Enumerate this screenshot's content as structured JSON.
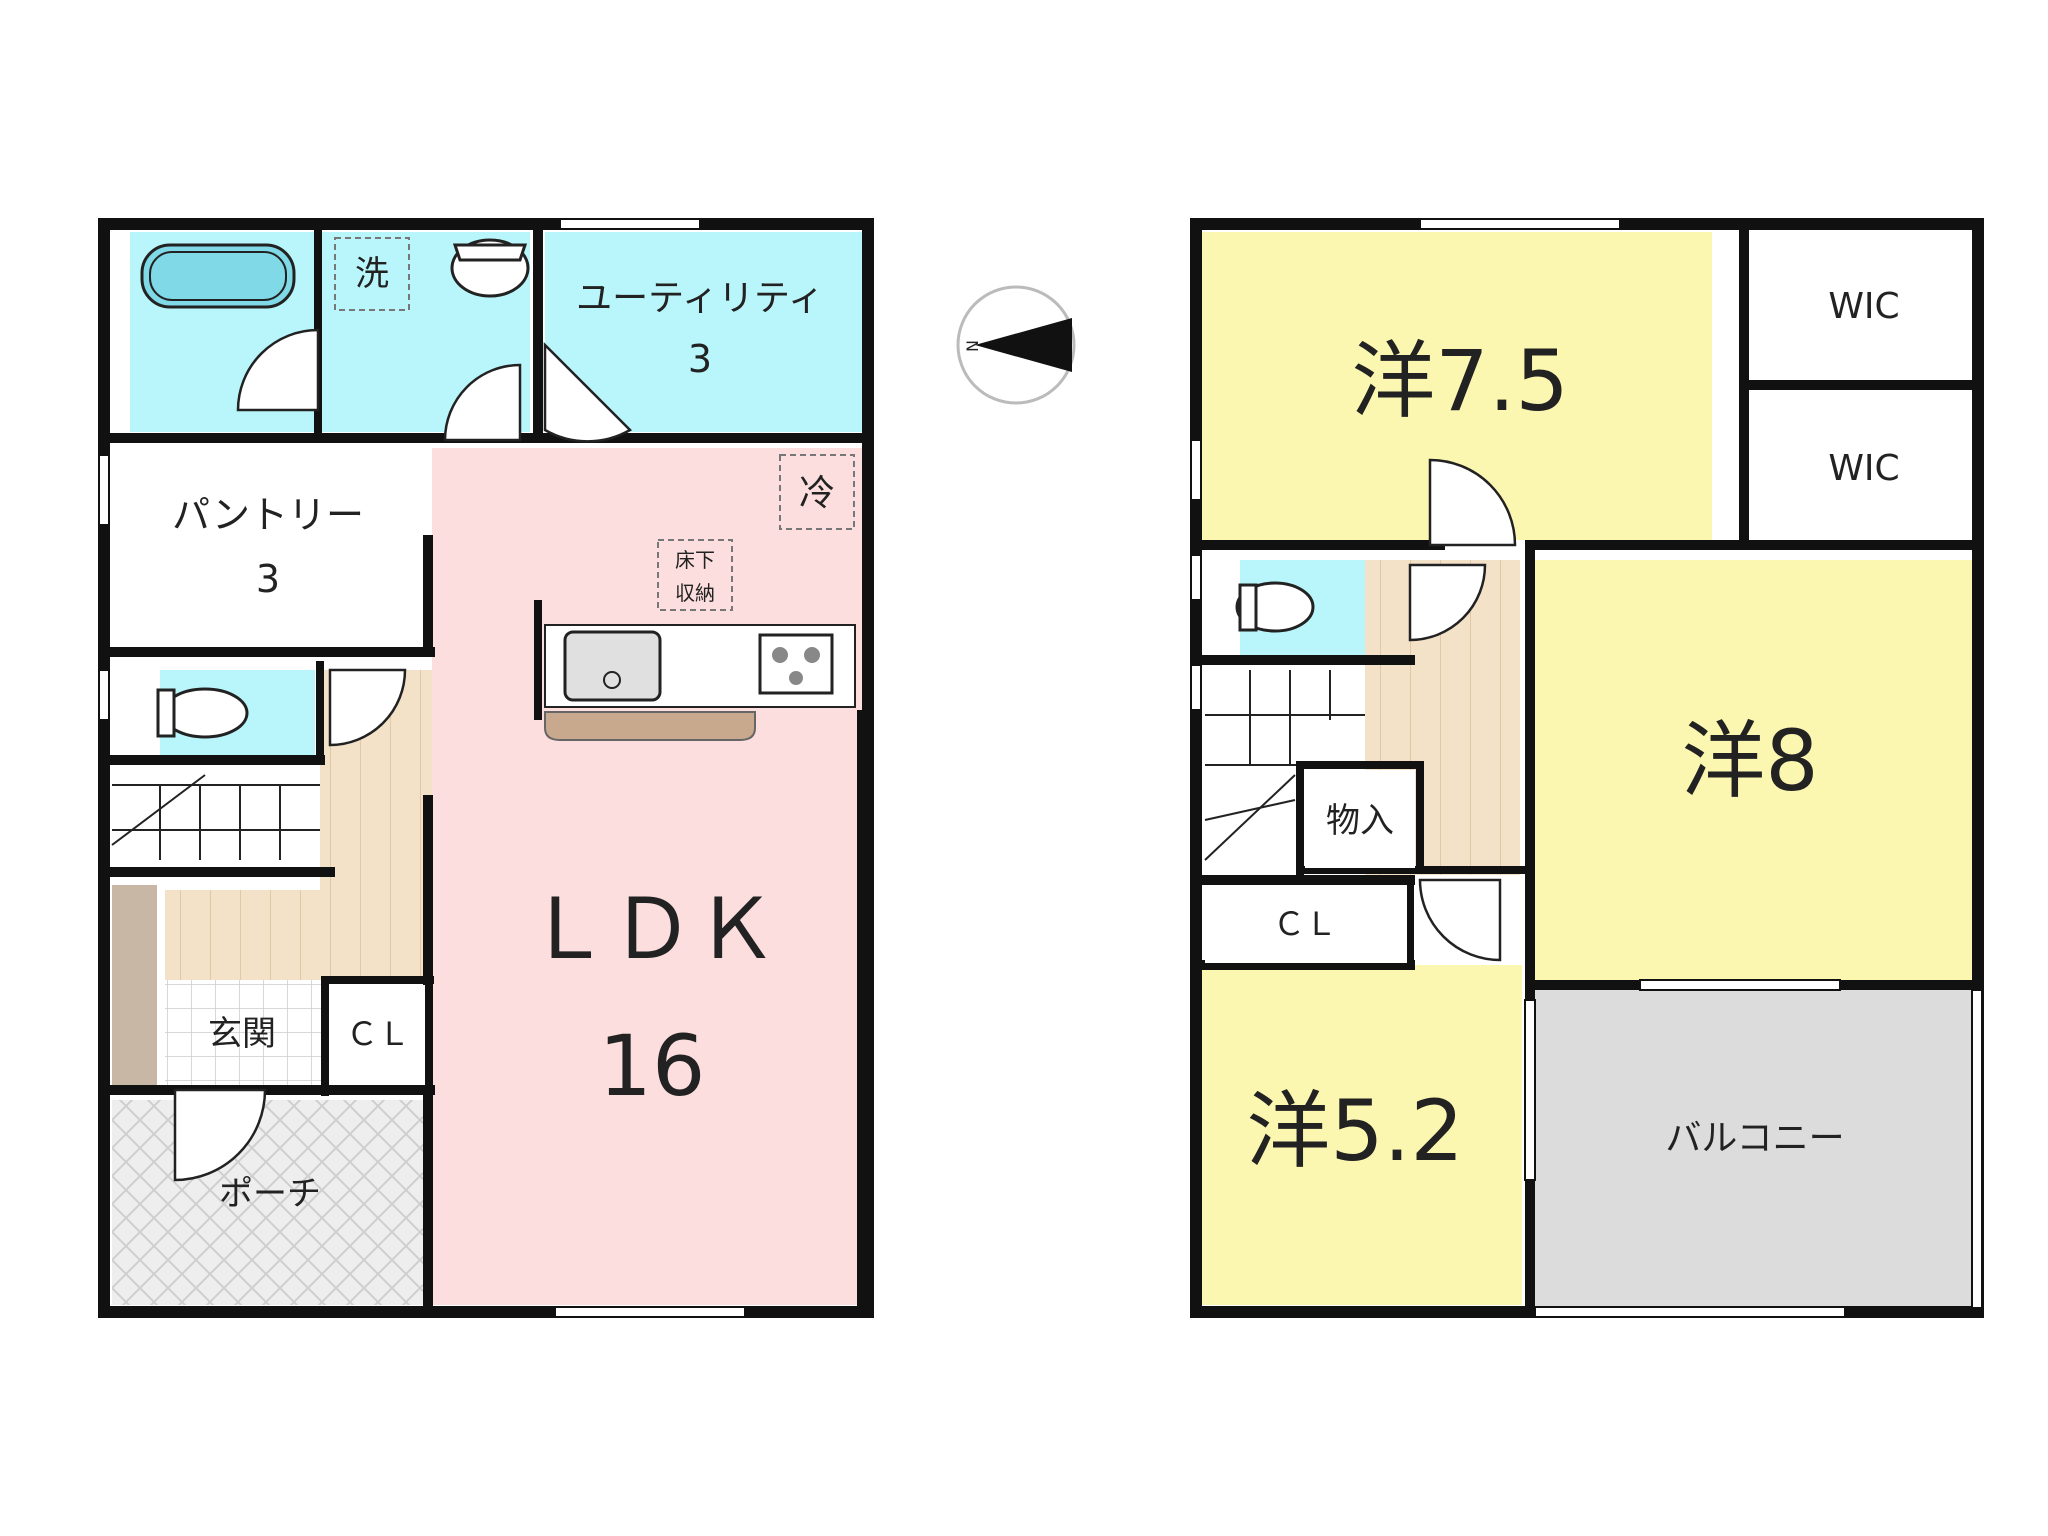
{
  "colors": {
    "wall": "#111111",
    "wet": "#b9f6fb",
    "ldk": "#fcdede",
    "bedroom": "#fbf6b0",
    "stairs": "#f3e1c8",
    "porch": "#e6e6e6",
    "balcony": "#dcdcdc",
    "counter": "#c8a98e",
    "white": "#ffffff"
  },
  "floor1": {
    "ldk": {
      "name": "ＬＤＫ",
      "size": "16"
    },
    "utility": {
      "name": "ユーティリティ",
      "size": "3"
    },
    "pantry": {
      "name": "パントリー",
      "size": "3"
    },
    "wash_mark": "洗",
    "fridge_mark": "冷",
    "underfloor": {
      "line1": "床下",
      "line2": "収納"
    },
    "entrance": "玄関",
    "closet": "ＣＬ",
    "porch": "ポーチ"
  },
  "floor2": {
    "room_a": "洋7.5",
    "room_b": "洋8",
    "room_c": "洋5.2",
    "wic1": "WIC",
    "wic2": "WIC",
    "storage": "物入",
    "closet": "ＣＬ",
    "balcony": "バルコニー"
  },
  "compass": {
    "north": "N"
  }
}
